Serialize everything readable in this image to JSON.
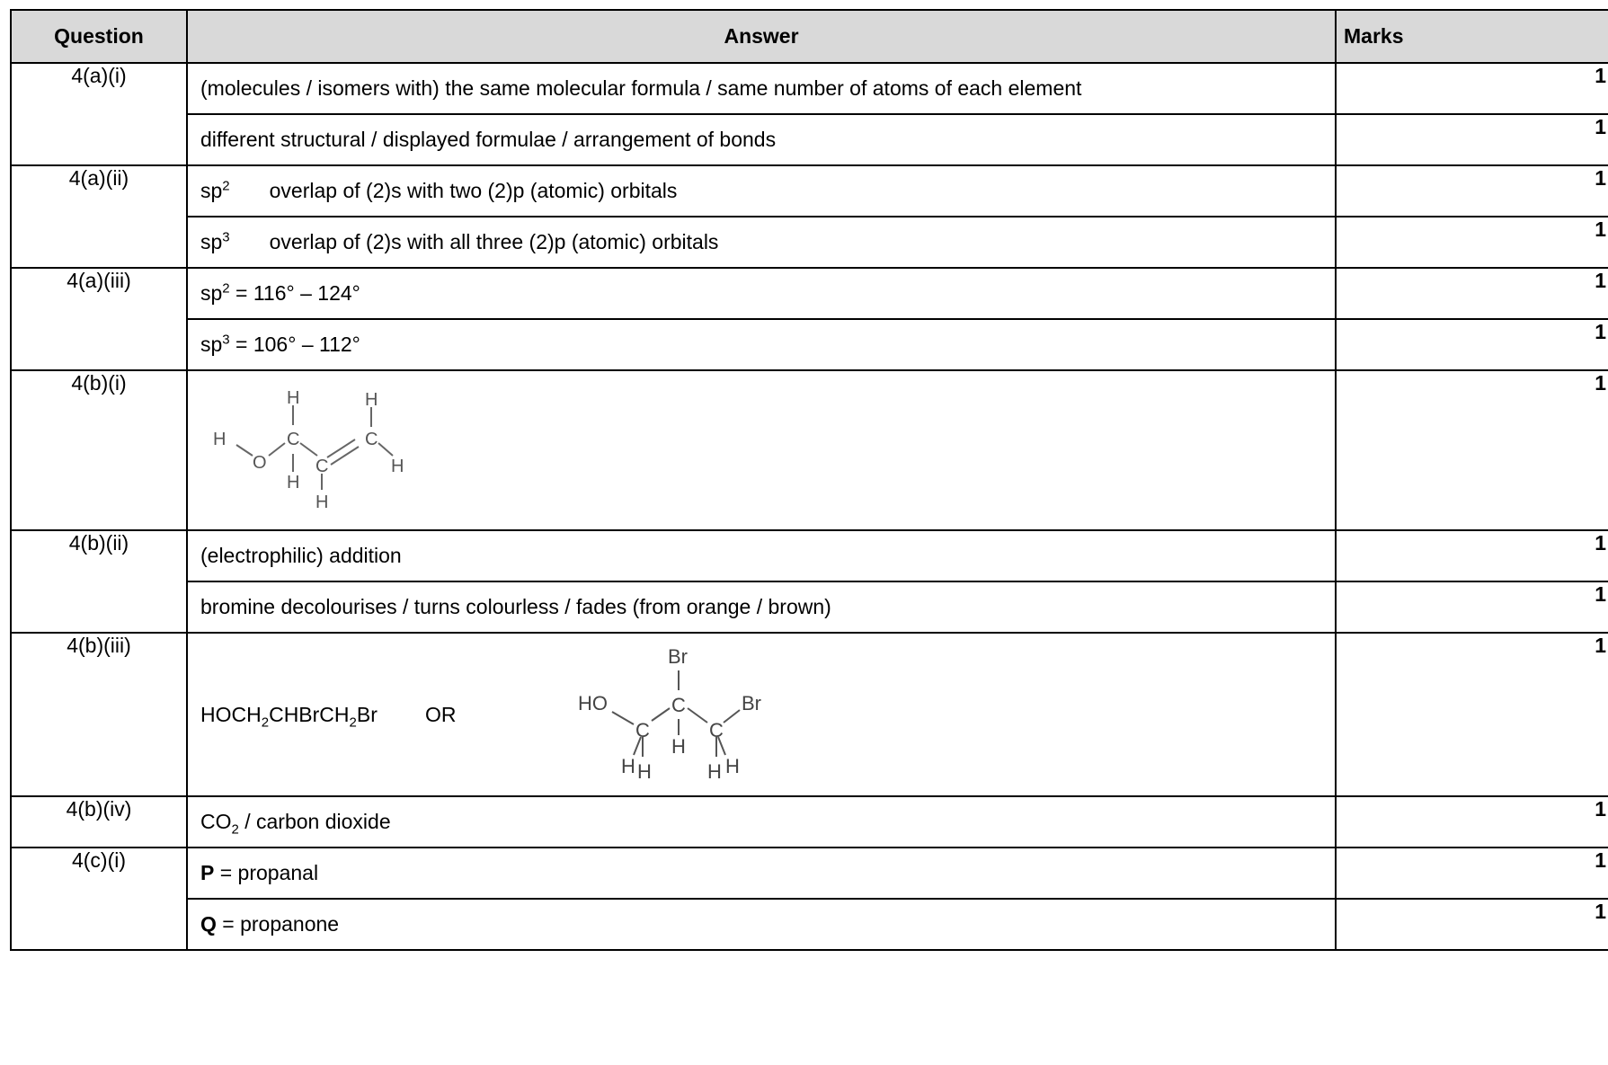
{
  "header": {
    "question": "Question",
    "answer": "Answer",
    "marks": "Marks"
  },
  "rows": {
    "r1": {
      "q": "4(a)(i)",
      "a1": "(molecules / isomers with) the same molecular formula / same number of atoms of each element",
      "m1": "1",
      "a2": "different structural / displayed formulae / arrangement of bonds",
      "m2": "1"
    },
    "r2": {
      "q": "4(a)(ii)",
      "hyb1_base": "sp",
      "hyb1_sup": "2",
      "a1": "overlap of (2)s with two (2)p (atomic) orbitals",
      "m1": "1",
      "hyb2_base": "sp",
      "hyb2_sup": "3",
      "a2": "overlap of (2)s with all three (2)p (atomic) orbitals",
      "m2": "1"
    },
    "r3": {
      "q": "4(a)(iii)",
      "base1": "sp",
      "sup1": "2",
      "a1": " = 116° – 124°",
      "m1": "1",
      "base2": "sp",
      "sup2": "3",
      "a2": " = 106° – 112°",
      "m2": "1"
    },
    "r4": {
      "q": "4(b)(i)",
      "m1": "1",
      "atoms": {
        "h": "H",
        "o": "O",
        "c": "C"
      }
    },
    "r5": {
      "q": "4(b)(ii)",
      "a1": "(electrophilic) addition",
      "m1": "1",
      "a2": "bromine decolourises / turns colourless / fades (from orange / brown)",
      "m2": "1"
    },
    "r6": {
      "q": "4(b)(iii)",
      "f1": "HOCH",
      "s1": "2",
      "f2": "CHBrCH",
      "s2": "2",
      "f3": "Br",
      "or": "OR",
      "m1": "1",
      "atoms": {
        "ho": "HO",
        "c": "C",
        "h": "H",
        "br": "Br"
      }
    },
    "r7": {
      "q": "4(b)(iv)",
      "f1": "CO",
      "s1": "2",
      "a1": " / carbon dioxide",
      "m1": "1"
    },
    "r8": {
      "q": "4(c)(i)",
      "p": "P",
      "a1": " = propanal",
      "m1": "1",
      "qq": "Q",
      "a2": " = propanone",
      "m2": "1"
    }
  }
}
